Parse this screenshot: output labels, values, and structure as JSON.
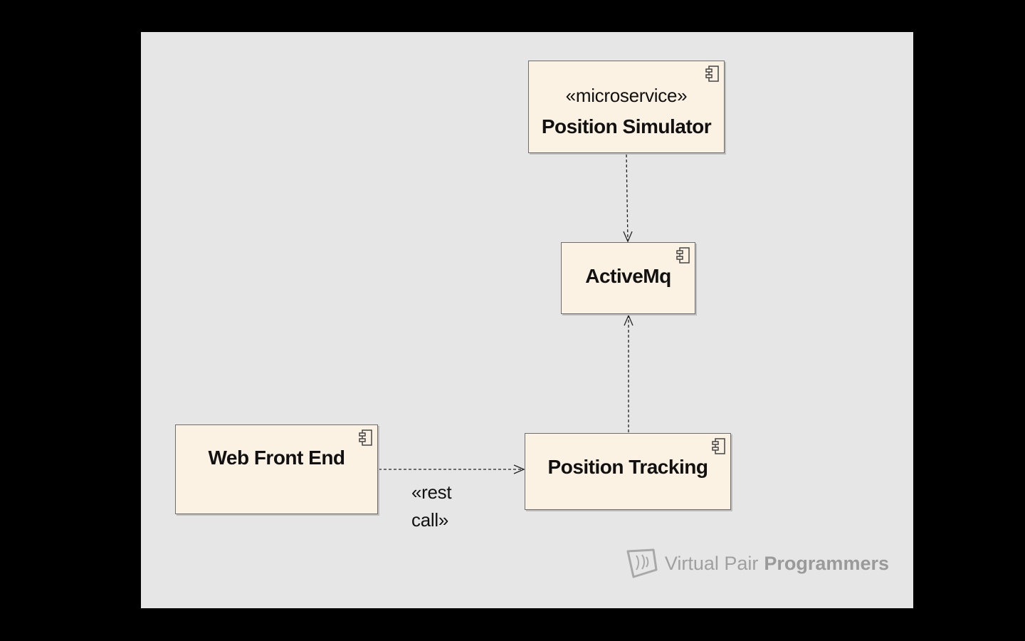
{
  "components": {
    "simulator": {
      "stereotype": "«microservice»",
      "name": "Position Simulator"
    },
    "activemq": {
      "name": "ActiveMq"
    },
    "webfront": {
      "name": "Web Front End"
    },
    "tracking": {
      "name": "Position Tracking"
    }
  },
  "edge_labels": {
    "rest_call_line1": "«rest",
    "rest_call_line2": "call»"
  },
  "watermark": {
    "part1": "Virtual Pair",
    "part2": "Programmers"
  },
  "colors": {
    "component_fill": "#fbf2e3",
    "canvas": "#e6e6e6",
    "frame": "#000000"
  }
}
